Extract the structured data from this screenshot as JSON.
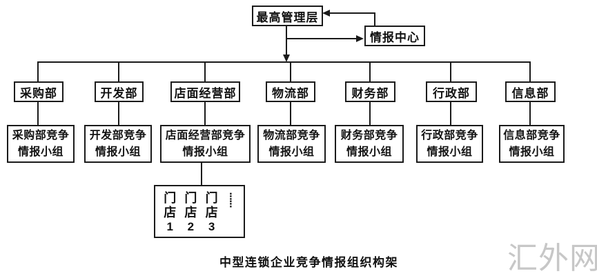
{
  "colors": {
    "line": "#1a1a1a",
    "box_border": "#1a1a1a",
    "text": "#111111",
    "watermark": "#c7c7c7",
    "background": "#ffffff"
  },
  "top_row": {
    "management_label": "最高管理层",
    "intel_center_label": "情报中心"
  },
  "departments": [
    {
      "name": "采购部",
      "team_line1": "采购部竞争",
      "team_line2": "情报小组"
    },
    {
      "name": "开发部",
      "team_line1": "开发部竞争",
      "team_line2": "情报小组"
    },
    {
      "name": "店面经营部",
      "team_line1": "店面经营部竞争",
      "team_line2": "情报小组"
    },
    {
      "name": "物流部",
      "team_line1": "物流部竞争",
      "team_line2": "情报小组"
    },
    {
      "name": "财务部",
      "team_line1": "财务部竞争",
      "team_line2": "情报小组"
    },
    {
      "name": "行政部",
      "team_line1": "行政部竞争",
      "team_line2": "情报小组"
    },
    {
      "name": "信息部",
      "team_line1": "信息部竞争",
      "team_line2": "情报小组"
    }
  ],
  "stores": {
    "columns": [
      {
        "c1": "门",
        "c2": "店",
        "num": "1"
      },
      {
        "c1": "门",
        "c2": "店",
        "num": "2"
      },
      {
        "c1": "门",
        "c2": "店",
        "num": "3"
      }
    ],
    "ellipsis": "⋮"
  },
  "caption": "中型连锁企业竞争情报组织构架",
  "watermark": "汇外网"
}
